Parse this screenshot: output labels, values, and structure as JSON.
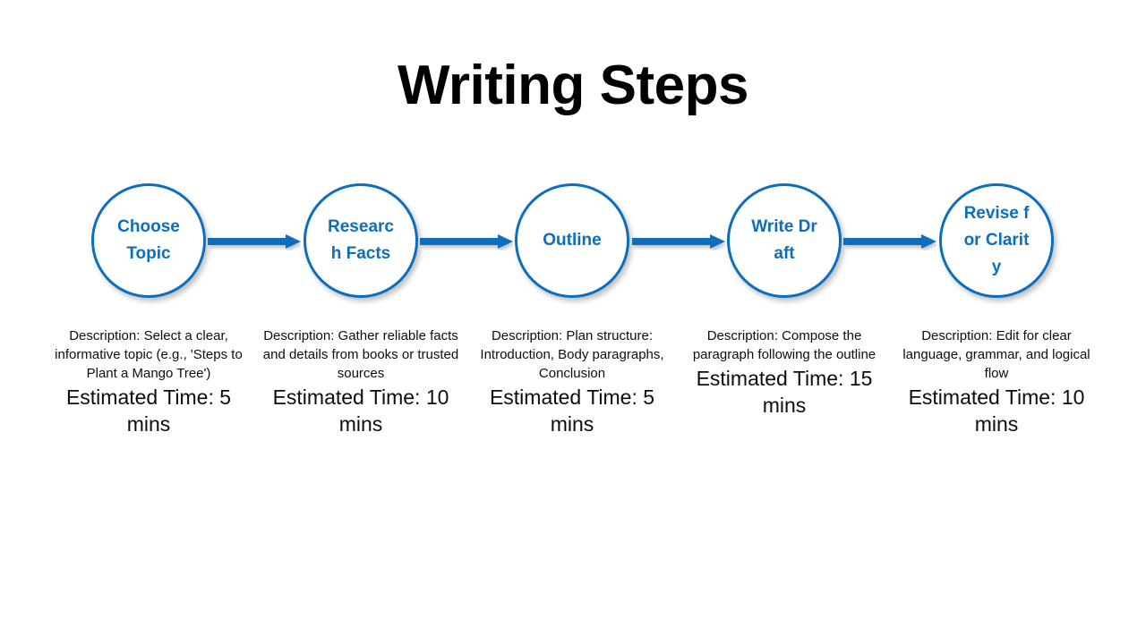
{
  "slide": {
    "title": "Writing Steps",
    "background_color": "#FFFFFF",
    "accent_color": "#0C6EBE",
    "text_color": "#0D0D0D"
  },
  "flow": {
    "arrow_icon": "arrow-right-icon",
    "steps": [
      {
        "label": "Choose Topic",
        "description": "Description: Select a clear, informative topic (e.g., 'Steps to Plant a Mango Tree')",
        "estimated_time": "Estimated Time: 5 mins"
      },
      {
        "label": "Research Facts",
        "description": "Description: Gather reliable facts and details from books or trusted sources",
        "estimated_time": "Estimated Time: 10 mins"
      },
      {
        "label": "Outline",
        "description": "Description: Plan structure: Introduction, Body paragraphs, Conclusion",
        "estimated_time": "Estimated Time: 5 mins"
      },
      {
        "label": "Write Draft",
        "description": "Description: Compose the paragraph following the outline",
        "estimated_time": "Estimated Time: 15 mins"
      },
      {
        "label": "Revise for Clarity",
        "description": "Description: Edit for clear language, grammar, and logical flow",
        "estimated_time": "Estimated Time: 10 mins"
      }
    ]
  }
}
